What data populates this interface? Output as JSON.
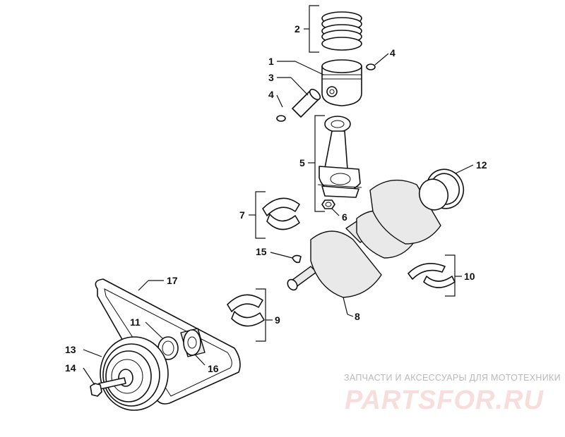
{
  "callouts": {
    "c1": "1",
    "c2": "2",
    "c3": "3",
    "c4a": "4",
    "c4b": "4",
    "c5": "5",
    "c6": "6",
    "c7": "7",
    "c8": "8",
    "c9": "9",
    "c10": "10",
    "c11": "11",
    "c12": "12",
    "c13": "13",
    "c14": "14",
    "c15": "15",
    "c16": "16",
    "c17": "17"
  },
  "watermark": {
    "subtitle": "ЗАПЧАСТИ И АКСЕССУАРЫ ДЛЯ МОТОТЕХНИКИ",
    "logo_text": "PARTSFOR.RU",
    "logo_color": "#e8a0a0"
  }
}
